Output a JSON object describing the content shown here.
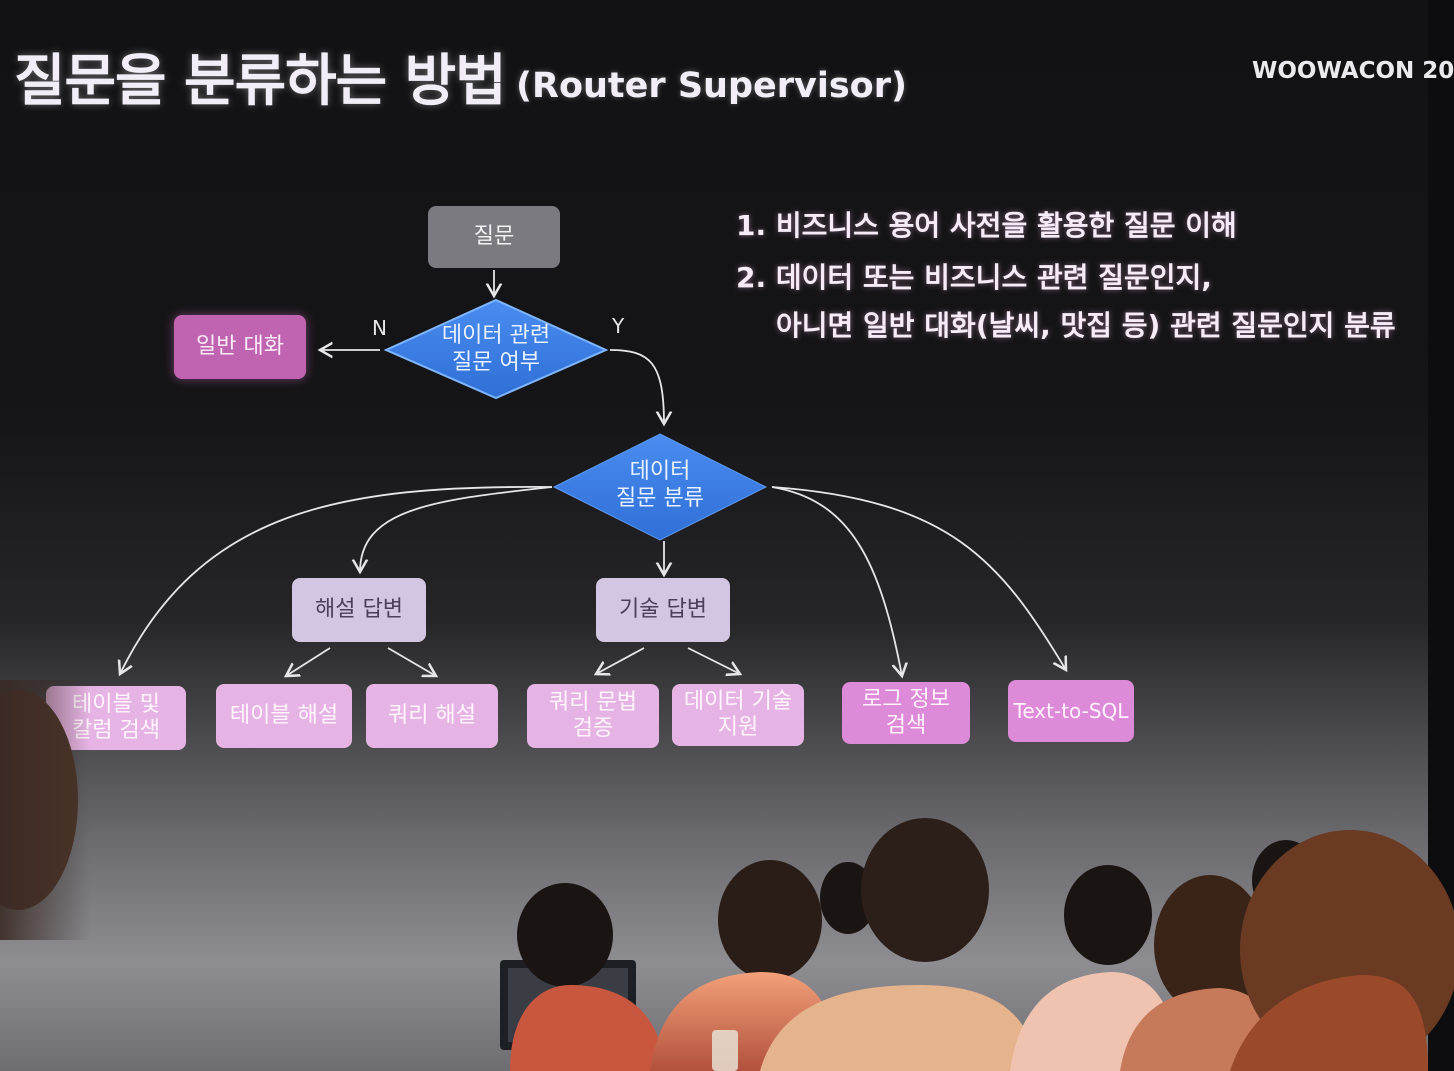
{
  "slide": {
    "title": "질문을 분류하는 방법",
    "subtitle": "(Router Supervisor)",
    "brand": "WOOWACON 20",
    "bullets": [
      "1. 비즈니스 용어 사전을 활용한 질문 이해",
      "2. 데이터 또는 비즈니스 관련 질문인지,",
      "아니면 일반 대화(날씨, 맛집 등) 관련 질문인지 분류"
    ]
  },
  "flowchart": {
    "start": "질문",
    "decision1": "데이터 관련\n질문 여부",
    "label_no": "N",
    "label_yes": "Y",
    "general_chat": "일반 대화",
    "decision2": "데이터\n질문 분류",
    "explain_answer": "해설 답변",
    "tech_answer": "기술 답변",
    "leaves": {
      "table_column_search": "테이블 및\n칼럼 검색",
      "table_explain": "테이블 해설",
      "query_explain": "쿼리 해설",
      "query_syntax_check": "쿼리 문법\n검증",
      "data_tech_support": "데이터 기술\n지원",
      "log_info_search": "로그 정보\n검색",
      "text_to_sql": "Text-to-SQL"
    }
  },
  "colors": {
    "diamond": "#3d7fe6",
    "general_chat": "#c064b2",
    "category_box": "#d2c6e2",
    "leaf_box": "#e6b4e4",
    "start_box": "#7a7a80"
  }
}
